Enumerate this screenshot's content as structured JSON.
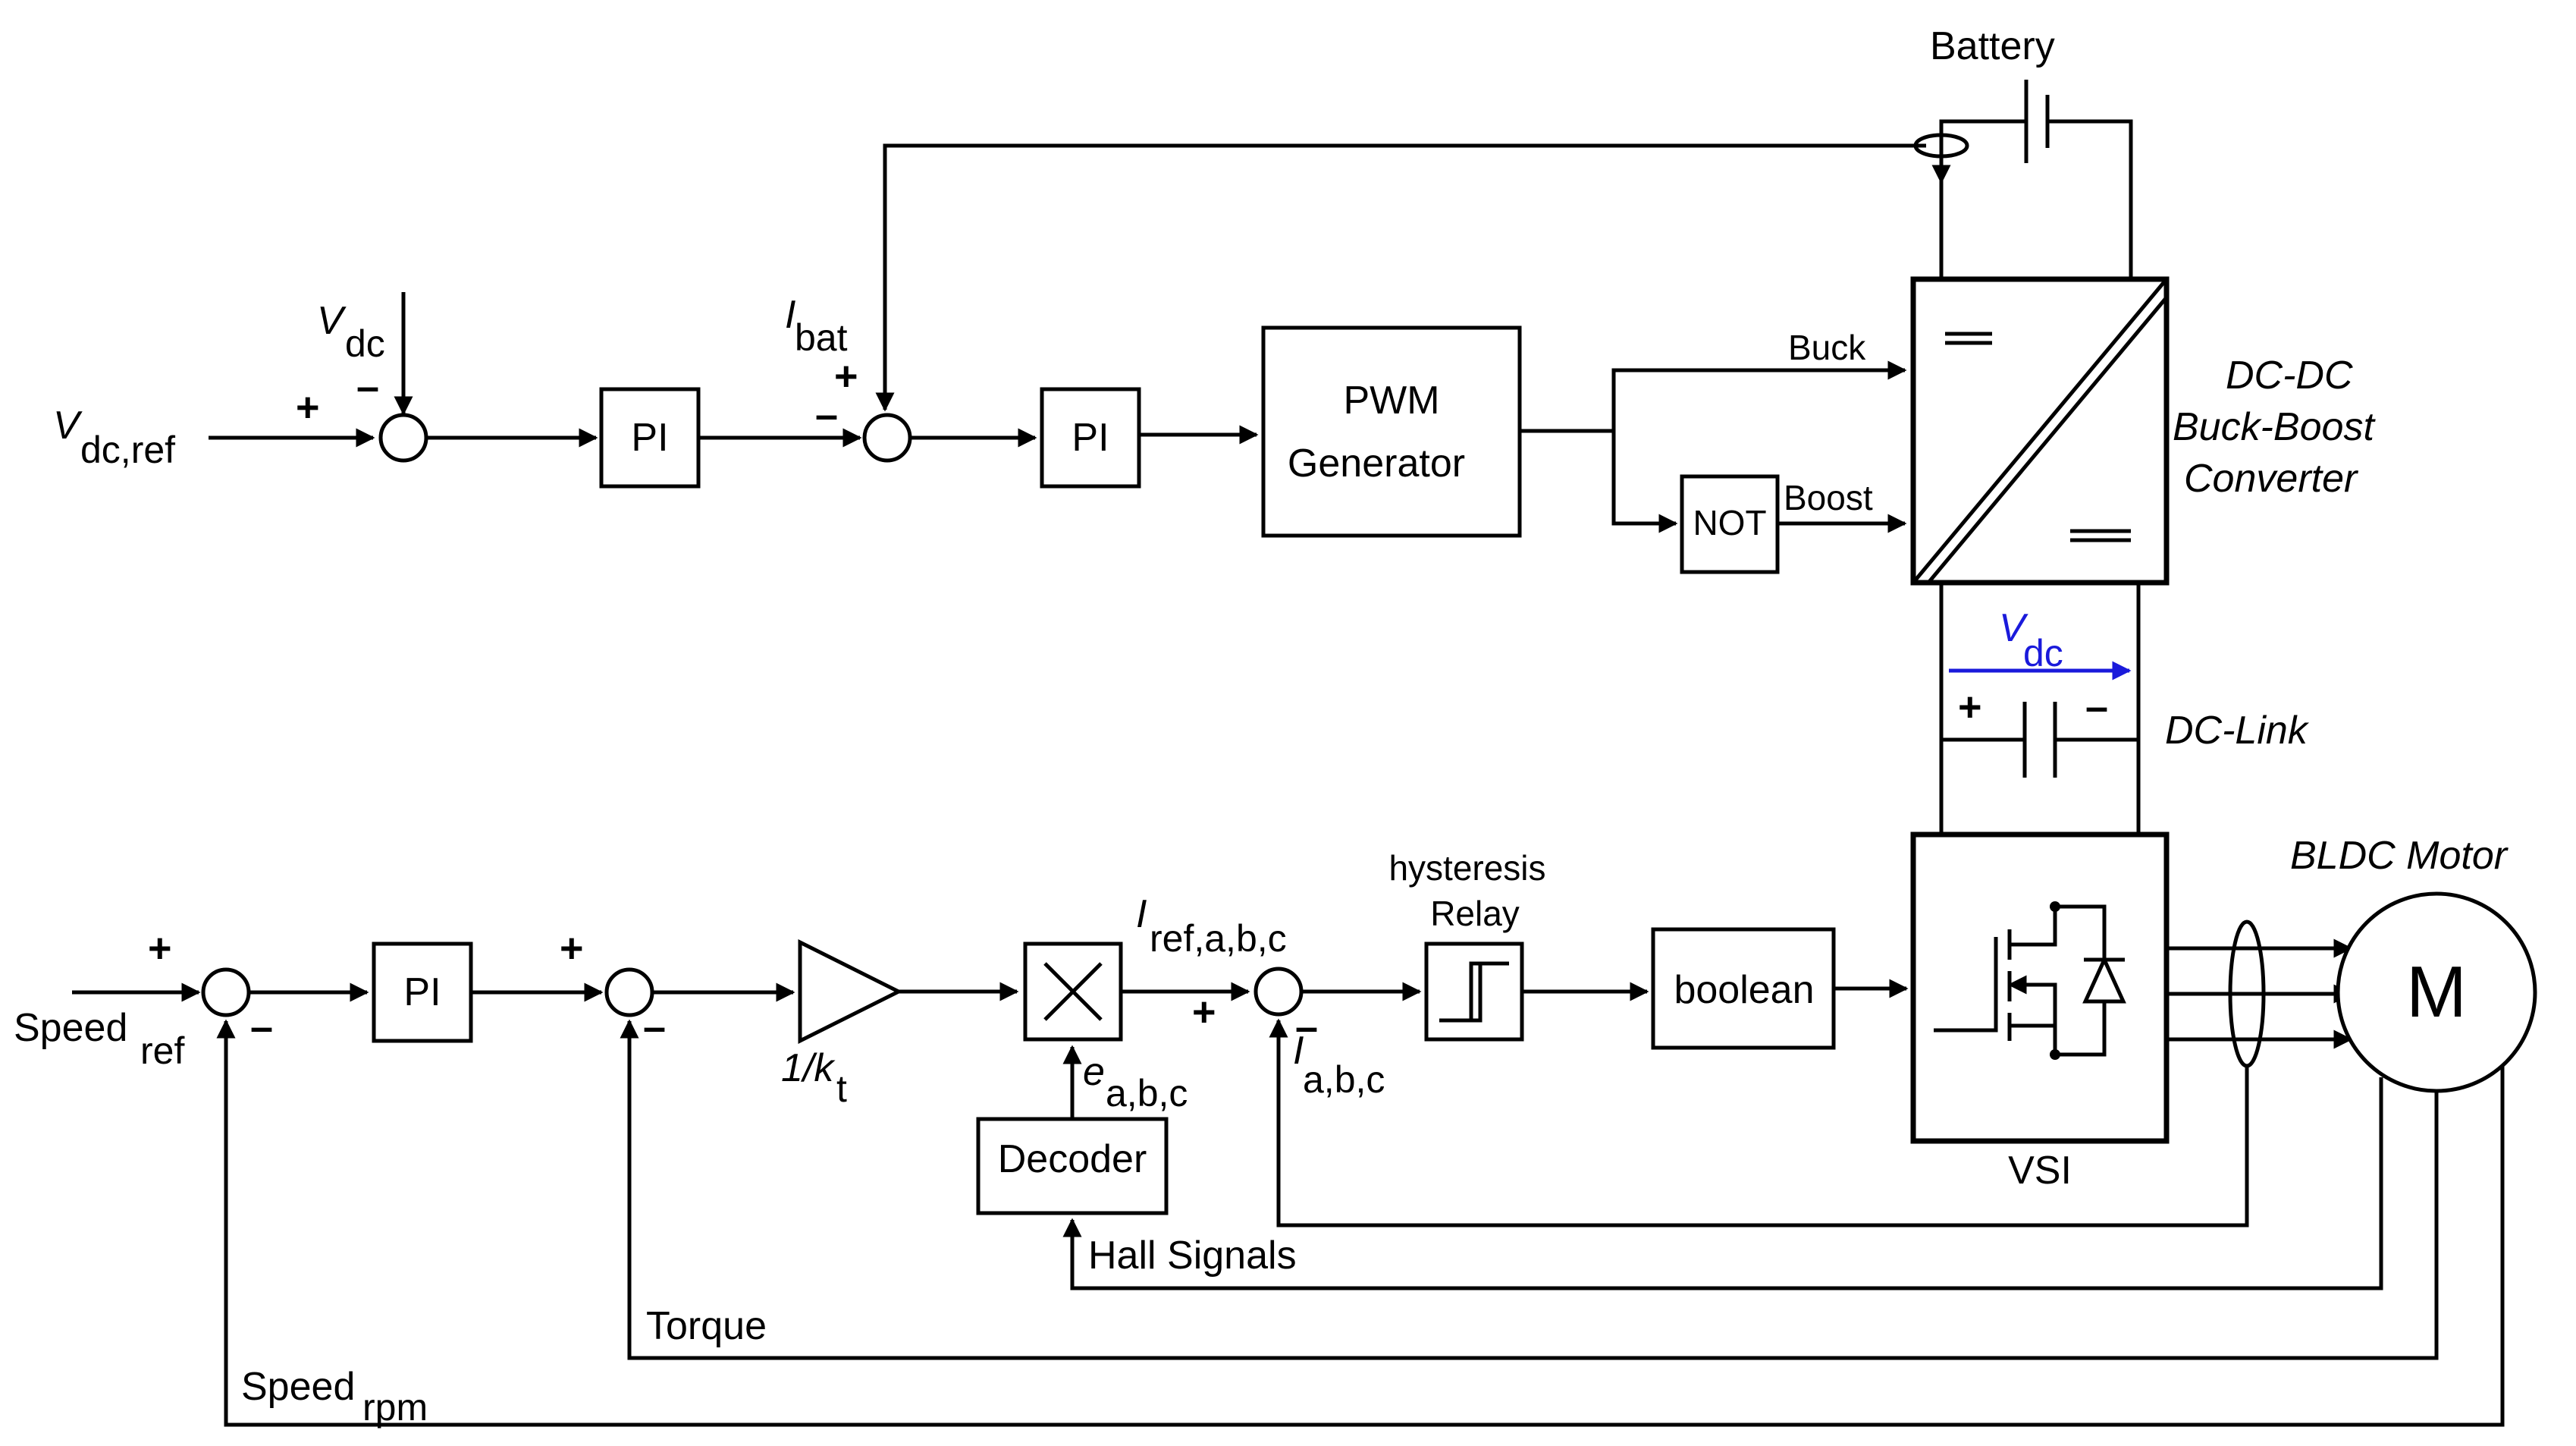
{
  "labels": {
    "battery": "Battery",
    "vdc": "V",
    "vdc_sub": "dc",
    "vdc_ref": "V",
    "vdc_ref_sub": "dc,ref",
    "ibat": "I",
    "ibat_sub": "bat",
    "pi": "PI",
    "pwm_line1": "PWM",
    "pwm_line2": "Generator",
    "buck": "Buck",
    "boost": "Boost",
    "not": "NOT",
    "converter_line1": "DC-DC",
    "converter_line2": "Buck-Boost",
    "converter_line3": "Converter",
    "dc_link": "DC-Link",
    "bldc_motor": "BLDC Motor",
    "motor": "M",
    "vsi": "VSI",
    "boolean": "boolean",
    "hysteresis_line1": "hysteresis",
    "hysteresis_line2": "Relay",
    "iref": "I",
    "iref_sub": "ref,a,b,c",
    "iabc": "I",
    "iabc_sub": "a,b,c",
    "eabc": "e",
    "eabc_sub": "a,b,c",
    "gain": "1/k",
    "gain_sub": "t",
    "decoder": "Decoder",
    "hall_signals": "Hall Signals",
    "torque": "Torque",
    "speed_ref": "Speed",
    "speed_ref_sub": "ref",
    "speed_rpm": "Speed",
    "speed_rpm_sub": "rpm",
    "plus": "+",
    "minus": "–"
  },
  "colors": {
    "line": "#000000",
    "vdc_arrow": "#1a1adb"
  }
}
